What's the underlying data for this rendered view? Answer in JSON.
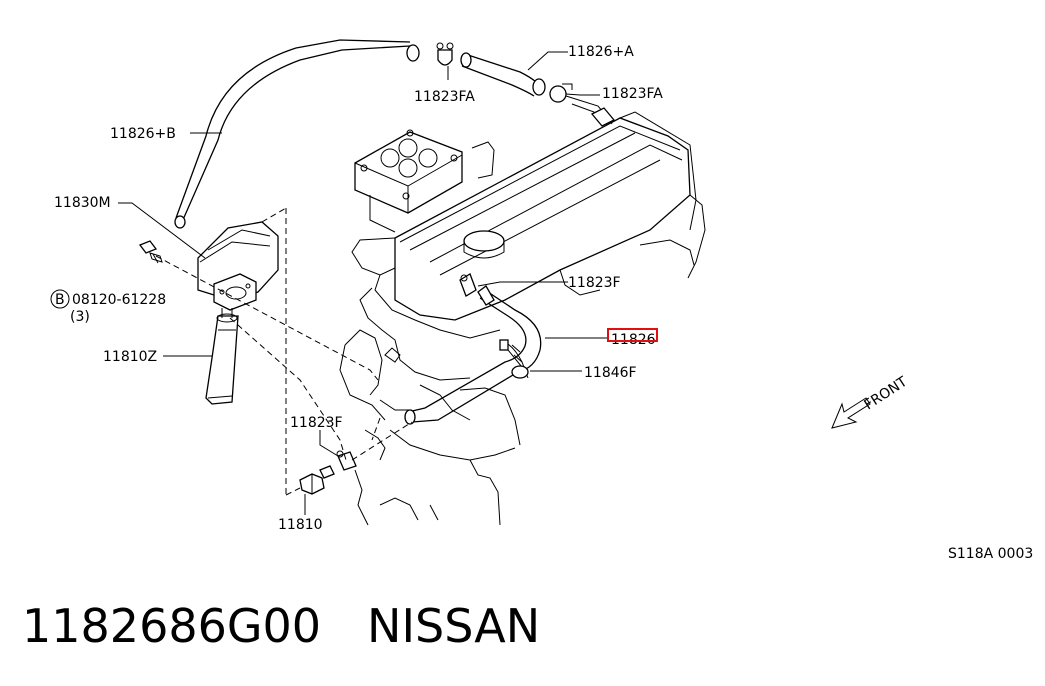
{
  "callouts": {
    "hose_a": "11826+A",
    "clamp_top_left": "11823FA",
    "clamp_top_right": "11823FA",
    "hose_b": "11826+B",
    "cover": "11830M",
    "bolt_code": "08120-61228",
    "bolt_qty": "(3)",
    "bolt_badge": "B",
    "clamp_mid": "11823F",
    "hose_main": "11826",
    "clamp_lower": "11823F",
    "separator": "11810Z",
    "bracket": "11846F",
    "valve": "11810"
  },
  "front_label": "FRONT",
  "drawing_id": "S118A 0003",
  "footer": {
    "part_number": "1182686G00",
    "brand": "NISSAN"
  }
}
